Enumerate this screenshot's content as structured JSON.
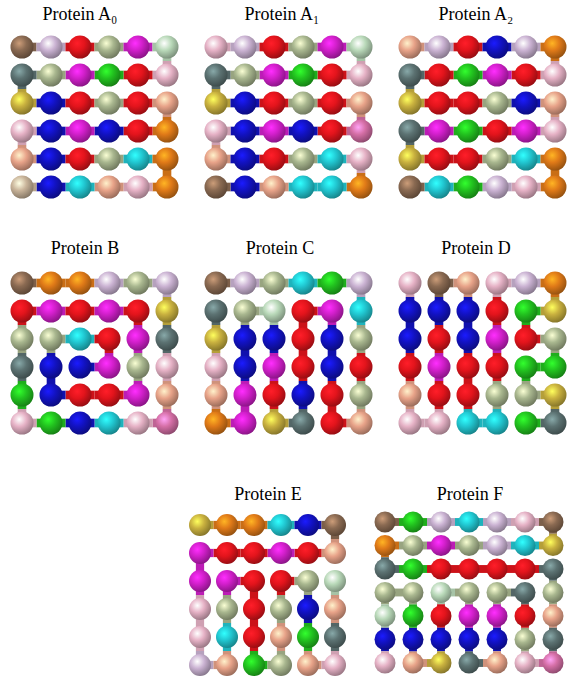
{
  "diagram": {
    "labels": [
      "Protein A₀",
      "Protein A₁",
      "Protein A₂",
      "Protein B",
      "Protein C",
      "Protein D",
      "Protein E",
      "Protein F"
    ]
  }
}
